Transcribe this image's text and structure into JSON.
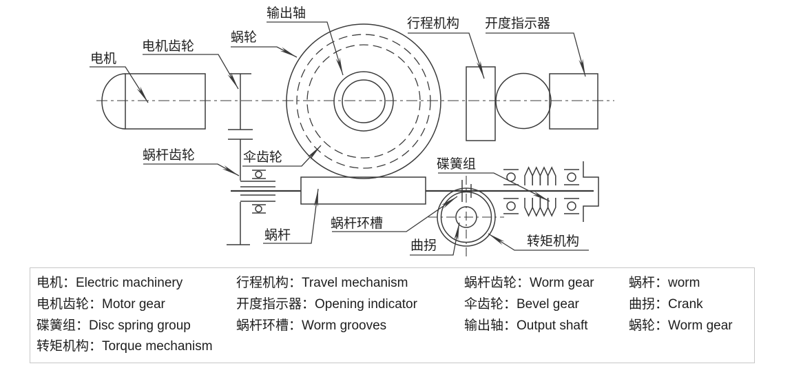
{
  "diagram": {
    "line_color": "#3a3a3a",
    "labels": {
      "motor": "电机",
      "motor_gear": "电机齿轮",
      "worm_wheel": "蜗轮",
      "output_shaft": "输出轴",
      "travel_mechanism": "行程机构",
      "opening_indicator": "开度指示器",
      "worm_gear": "蜗杆齿轮",
      "bevel_gear": "伞齿轮",
      "worm": "蜗杆",
      "worm_grooves": "蜗杆环槽",
      "disc_spring_group": "碟簧组",
      "crank": "曲拐",
      "torque_mechanism": "转矩机构"
    }
  },
  "legend": {
    "border_color": "#c6c6c6",
    "text_color": "#1d1d1d",
    "columns": [
      {
        "items": [
          "电机：Electric machinery",
          "电机齿轮：Motor gear",
          "碟簧组：Disc spring group",
          "转矩机构：Torque mechanism"
        ]
      },
      {
        "items": [
          "行程机构：Travel mechanism",
          "开度指示器：Opening indicator",
          "蜗杆环槽：Worm grooves"
        ]
      },
      {
        "items": [
          "蜗杆齿轮：Worm gear",
          "伞齿轮：Bevel gear",
          "输出轴：Output shaft"
        ]
      },
      {
        "items": [
          "蜗杆：worm",
          "曲拐：Crank",
          "蜗轮：Worm gear"
        ]
      }
    ]
  }
}
